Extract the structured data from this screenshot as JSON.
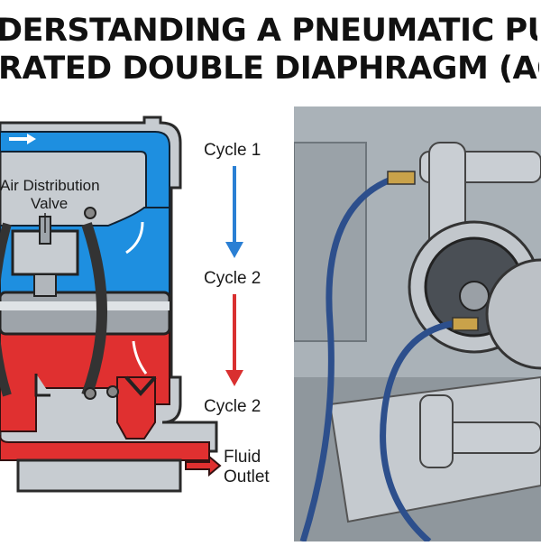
{
  "title": {
    "line1": "DERSTANDING A PNEUMATIC PU",
    "line2": "RATED DOUBLE DIAPHRAGM (AO"
  },
  "diagram": {
    "valve_label_line1": "Air Distribution",
    "valve_label_line2": "Valve",
    "cycles": [
      "Cycle 1",
      "Cycle 2",
      "Cycle 2"
    ],
    "outlet_label_line1": "Fluid",
    "outlet_label_line2": "Outlet",
    "colors": {
      "air_side": "#1e8fe0",
      "fluid_side": "#e03030",
      "housing": "#b9bec4",
      "arrow_blue": "#2a7fd4",
      "arrow_red": "#d93030"
    }
  },
  "photo": {
    "description_icon": "pump-photo-illustration"
  }
}
